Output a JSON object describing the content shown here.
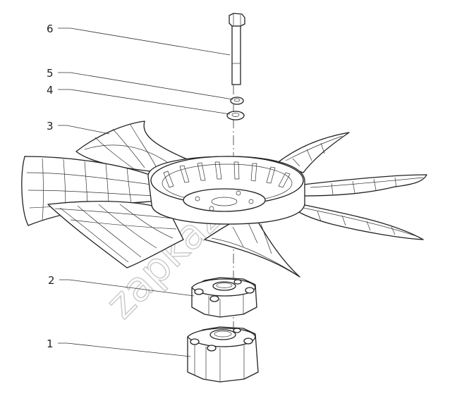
{
  "callouts": [
    {
      "id": "6",
      "label": "6"
    },
    {
      "id": "5",
      "label": "5"
    },
    {
      "id": "4",
      "label": "4"
    },
    {
      "id": "3",
      "label": "3"
    },
    {
      "id": "2",
      "label": "2"
    },
    {
      "id": "1",
      "label": "1"
    }
  ],
  "watermark": {
    "text": "zapkaz.ru"
  }
}
